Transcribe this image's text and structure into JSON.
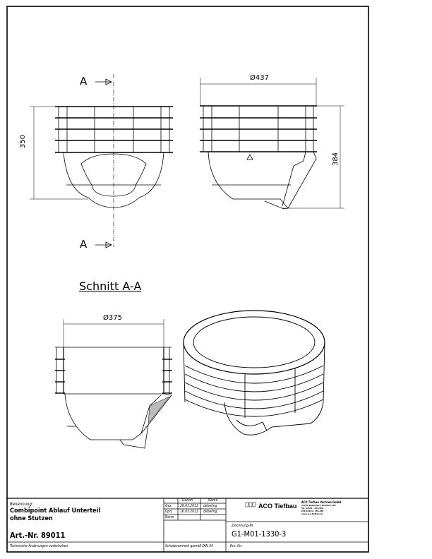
{
  "drawing": {
    "section_mark": "A",
    "section_title": "Schnitt A-A",
    "dimensions": {
      "height_front": "350",
      "diameter_side": "Ø437",
      "height_side": "384",
      "diameter_section": "Ø375"
    }
  },
  "title_block": {
    "designation_label": "Benennung:",
    "designation_line1": "Combipoint Ablauf Unterteil",
    "designation_line2": "ohne Stutzen",
    "article_number": "Art.-Nr. 89011",
    "changes_note": "Technische Änderungen vorbehalten",
    "table": {
      "col_date": "Datum",
      "col_name": "Name",
      "rows": [
        {
          "label": "Gez.",
          "date": "28.03.2011",
          "name": "debeling"
        },
        {
          "label": "Upd.",
          "date": "16.03.2011",
          "name": "debeling"
        },
        {
          "label": "Norm",
          "date": "",
          "name": ""
        }
      ]
    },
    "protection_note": "Schutzvermerk gemäß DIN 34",
    "company_logo_text": "ACO Tiefbau",
    "company_name": "ACO Tiefbau Vertrieb GmbH",
    "company_address": [
      "24782 Büdelsdorf, Postfach 320",
      "Tel. 04331 / 354-500",
      "FAX 04331 / 354-358",
      "www.aco-tiefbau.de"
    ],
    "drawing_no_label": "Zeichnung-Nr.",
    "drawing_no": "G1-M01-1330-3",
    "replaces_label": "Ers. für:"
  }
}
